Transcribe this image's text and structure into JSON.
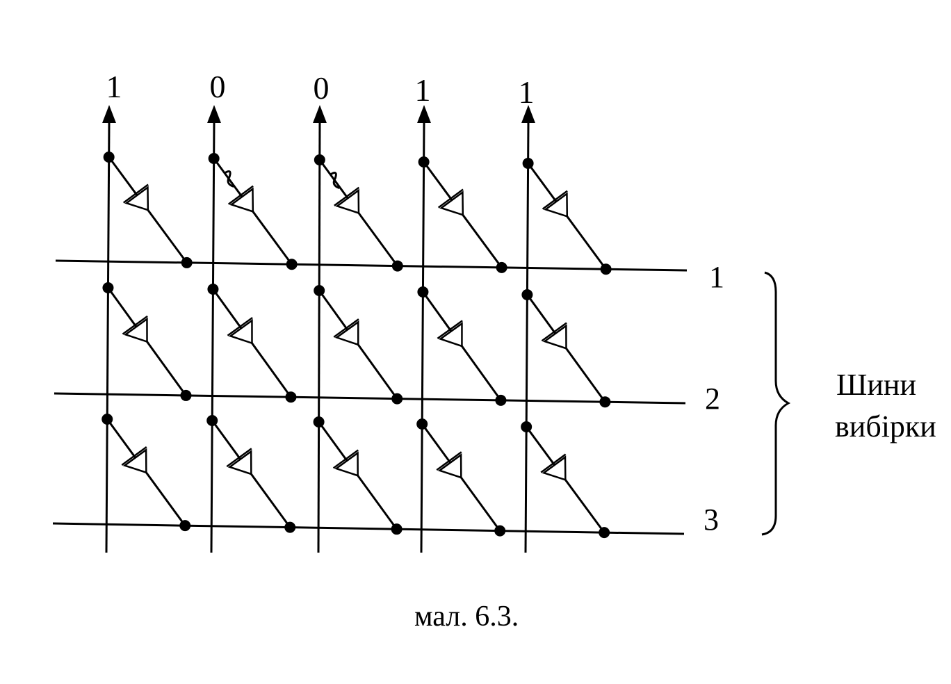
{
  "columns": [
    {
      "bit": "1"
    },
    {
      "bit": "0"
    },
    {
      "bit": "0"
    },
    {
      "bit": "1"
    },
    {
      "bit": "1"
    }
  ],
  "rows": [
    {
      "label": "1"
    },
    {
      "label": "2"
    },
    {
      "label": "3"
    }
  ],
  "bus_group_label": {
    "line1": "Шини",
    "line2": "вибірки"
  },
  "caption": "мал. 6.3.",
  "broken_links": [
    {
      "row": 1,
      "column": 2
    },
    {
      "row": 1,
      "column": 3
    }
  ]
}
